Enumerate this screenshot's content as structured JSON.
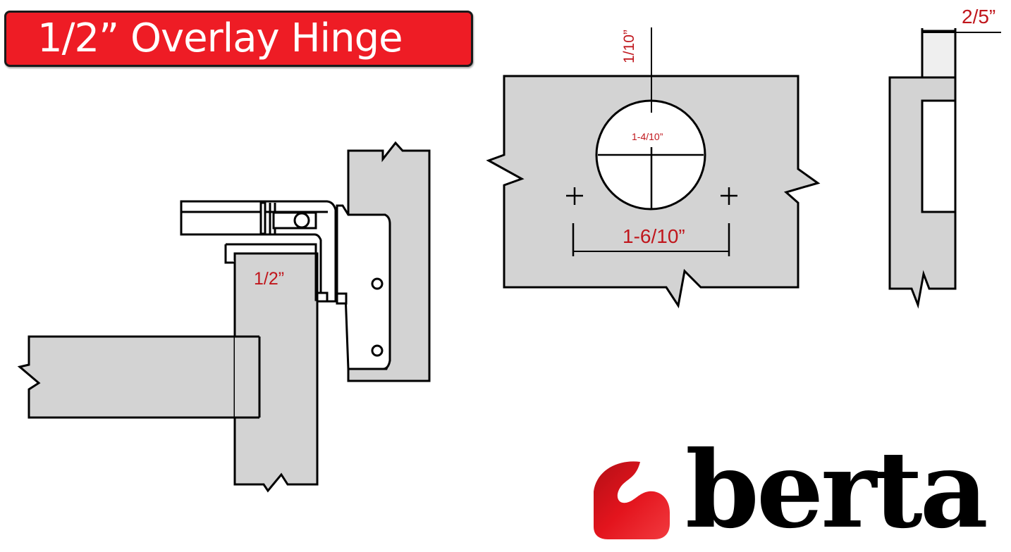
{
  "title": {
    "text": "1/2” Overlay Hinge",
    "background_color": "#ee1c25",
    "text_color": "#ffffff"
  },
  "diagrams": {
    "side_view": {
      "overlay_label": "1/2”"
    },
    "front_view": {
      "edge_distance_label": "1/10”",
      "cup_diameter_label": "1-4/10”",
      "screw_spacing_label": "1-6/10”"
    },
    "edge_view": {
      "depth_label": "2/5”"
    }
  },
  "colors": {
    "material_fill": "#d3d3d3",
    "outline": "#000000",
    "dimension_text": "#c0161c"
  },
  "logo": {
    "brand_name": "berta",
    "mark_color": "#e3141d"
  }
}
